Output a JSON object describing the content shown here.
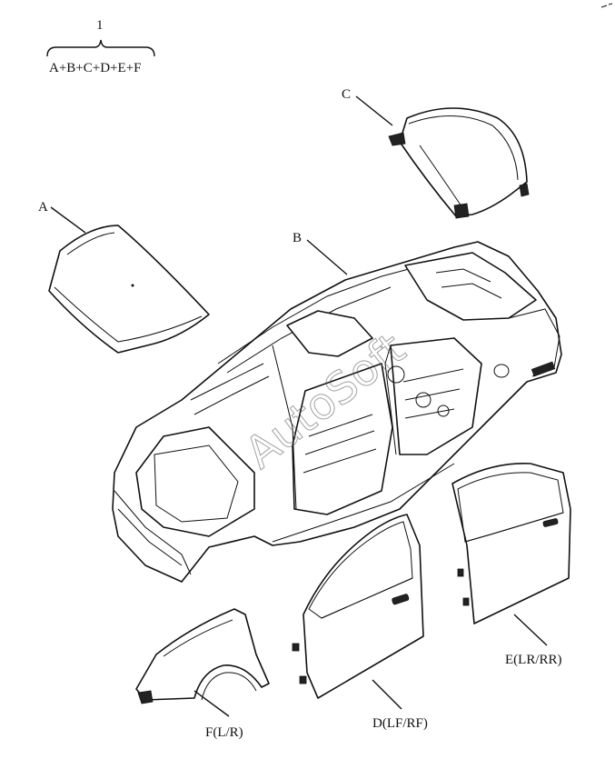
{
  "assembly": {
    "number": "1",
    "formula": "A+B+C+D+E+F"
  },
  "callouts": {
    "a": "A",
    "b": "B",
    "c": "C",
    "d": "D(LF/RF)",
    "e": "E(LR/RR)",
    "f": "F(L/R)"
  },
  "watermark": "AutoSoft"
}
